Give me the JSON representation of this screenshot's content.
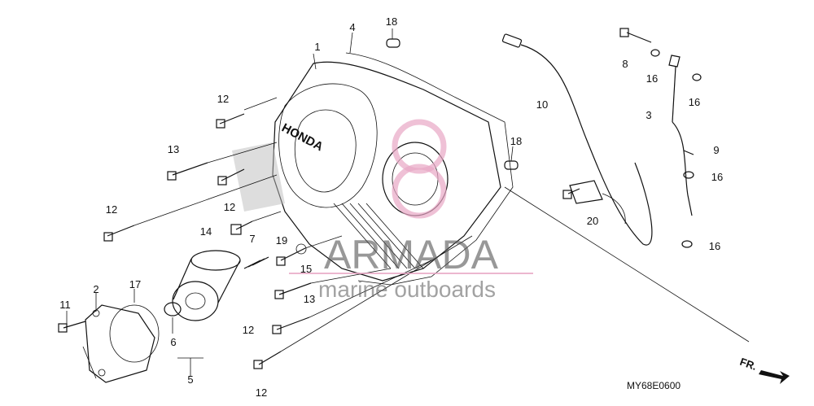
{
  "diagram": {
    "code": "MY68E0600",
    "direction_label": "FR.",
    "cover_text": "HONDA",
    "watermark": {
      "brand": "ARMADA",
      "tagline": "marine outboards",
      "accent_color": "#e8a6c4"
    },
    "callouts": [
      {
        "label": "1"
      },
      {
        "label": "4"
      },
      {
        "label": "18"
      },
      {
        "label": "12"
      },
      {
        "label": "13"
      },
      {
        "label": "12"
      },
      {
        "label": "12"
      },
      {
        "label": "14"
      },
      {
        "label": "7"
      },
      {
        "label": "19"
      },
      {
        "label": "15"
      },
      {
        "label": "18"
      },
      {
        "label": "10"
      },
      {
        "label": "8"
      },
      {
        "label": "16"
      },
      {
        "label": "16"
      },
      {
        "label": "3"
      },
      {
        "label": "9"
      },
      {
        "label": "16"
      },
      {
        "label": "20"
      },
      {
        "label": "16"
      },
      {
        "label": "2"
      },
      {
        "label": "17"
      },
      {
        "label": "11"
      },
      {
        "label": "6"
      },
      {
        "label": "5"
      },
      {
        "label": "13"
      },
      {
        "label": "12"
      },
      {
        "label": "12"
      }
    ]
  }
}
